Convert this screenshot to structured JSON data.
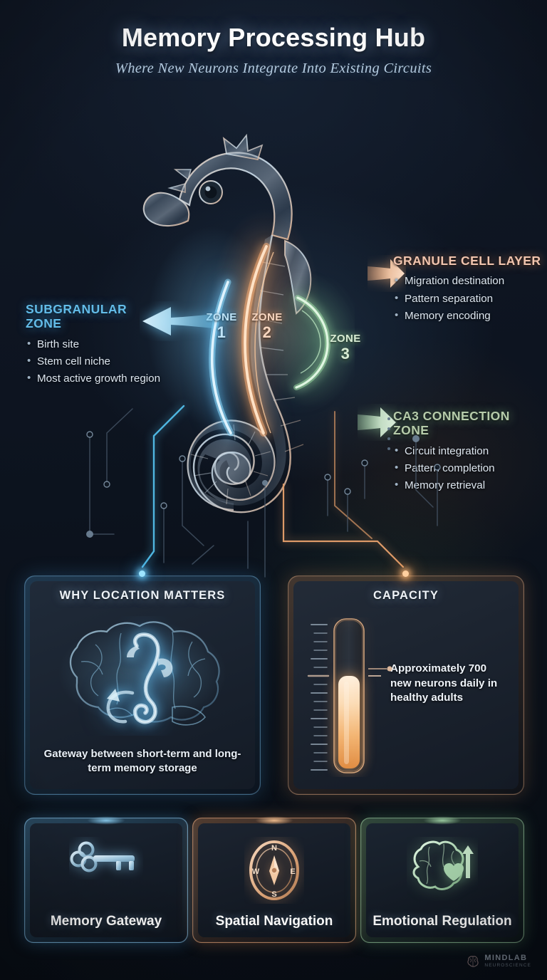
{
  "header": {
    "title": "Memory Processing Hub",
    "subtitle": "Where New Neurons Integrate Into Existing Circuits"
  },
  "diagram": {
    "figure_name": "seahorse-hippocampus",
    "zones": [
      {
        "id": "zone1",
        "word": "ZONE",
        "number": "1",
        "color": "#bfe4f8"
      },
      {
        "id": "zone2",
        "word": "ZONE",
        "number": "2",
        "color": "#f7d6c0"
      },
      {
        "id": "zone3",
        "word": "ZONE",
        "number": "3",
        "color": "#d8ecd4"
      }
    ]
  },
  "annotations": [
    {
      "id": "subgranular-zone",
      "heading": "SUBGRANULAR ZONE",
      "color": "#63bce8",
      "arrow": "left",
      "bullets": [
        "Birth site",
        "Stem cell niche",
        "Most active growth region"
      ]
    },
    {
      "id": "granule-cell-layer",
      "heading": "GRANULE CELL LAYER",
      "color": "#f0c4ae",
      "arrow": "right",
      "bullets": [
        "Migration destination",
        "Pattern separation",
        "Memory encoding"
      ]
    },
    {
      "id": "ca3-connection-zone",
      "heading": "CA3 CONNECTION ZONE",
      "color": "#b6cbaa",
      "arrow": "right",
      "bullets": [
        "Circuit integration",
        "Pattern completion",
        "Memory retrieval"
      ]
    }
  ],
  "panels": {
    "why": {
      "title": "WHY LOCATION MATTERS",
      "caption": "Gateway between short-term and long-term memory storage",
      "icon": "brain-seahorse-icon",
      "accent": "#78b9e6"
    },
    "capacity": {
      "title": "CAPACITY",
      "note": "Approximately 700 new neurons daily in healthy adults",
      "icon": "capacity-gauge-icon",
      "accent": "#e1aa82",
      "gauge_fill_percent": 72,
      "gauge_ticks": 18
    }
  },
  "functions": [
    {
      "id": "memory-gateway",
      "label": "Memory Gateway",
      "icon": "key-icon",
      "accent": "#87c8f0"
    },
    {
      "id": "spatial-navigation",
      "label": "Spatial Navigation",
      "icon": "compass-icon",
      "accent": "#e6a578",
      "compass_points": {
        "n": "N",
        "e": "E",
        "s": "S",
        "w": "W"
      }
    },
    {
      "id": "emotional-regulation",
      "label": "Emotional Regulation",
      "icon": "brain-heart-icon",
      "accent": "#a0d2a5"
    }
  ],
  "footer": {
    "brand": "MINDLAB",
    "tagline": "NEUROSCIENCE",
    "logo": "brain-logo-icon"
  }
}
